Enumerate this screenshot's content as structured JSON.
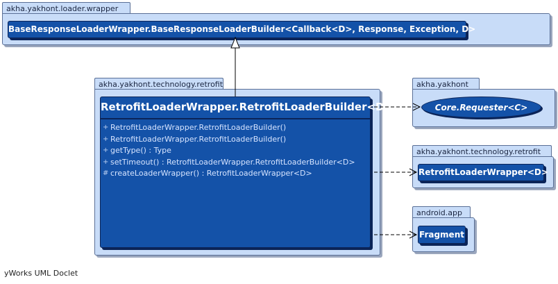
{
  "packages": {
    "loader_wrapper": "akha.yakhont.loader.wrapper",
    "technology_retrofit_main": "akha.yakhont.technology.retrofit",
    "yakhont": "akha.yakhont",
    "technology_retrofit_side": "akha.yakhont.technology.retrofit",
    "android_app": "android.app"
  },
  "classes": {
    "base_builder": "BaseResponseLoaderWrapper.BaseResponseLoaderBuilder<Callback<D>, Response, Exception, D>",
    "retrofit_builder": "RetrofitLoaderWrapper.RetrofitLoaderBuilder<D>",
    "core_requester": "Core.Requester<C>",
    "retrofit_wrapper": "RetrofitLoaderWrapper<D>",
    "fragment": "Fragment"
  },
  "operations": [
    {
      "visibility": "+",
      "signature": "RetrofitLoaderWrapper.RetrofitLoaderBuilder()"
    },
    {
      "visibility": "+",
      "signature": "RetrofitLoaderWrapper.RetrofitLoaderBuilder()"
    },
    {
      "visibility": "+",
      "signature": "getType() : Type"
    },
    {
      "visibility": "+",
      "signature": "setTimeout() : RetrofitLoaderWrapper.RetrofitLoaderBuilder<D>"
    },
    {
      "visibility": "#",
      "signature": "createLoaderWrapper() : RetrofitLoaderWrapper<D>"
    }
  ],
  "footer": "yWorks UML Doclet",
  "colors": {
    "package_fill": "#c8dcf8",
    "class_fill": "#1452a8",
    "class_border": "#0b2458"
  }
}
